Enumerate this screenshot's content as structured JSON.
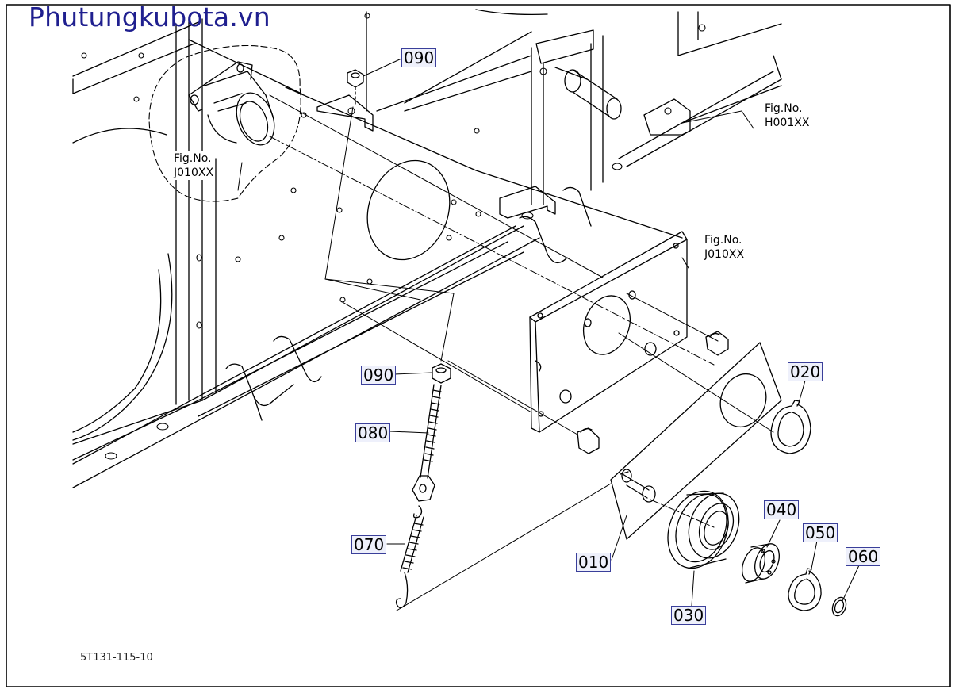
{
  "watermark": "Phutungkubota.vn",
  "drawing_code": "5T131-115-10",
  "parts": [
    {
      "id": "p090a",
      "label": "090"
    },
    {
      "id": "p090b",
      "label": "090"
    },
    {
      "id": "p080",
      "label": "080"
    },
    {
      "id": "p070",
      "label": "070"
    },
    {
      "id": "p010",
      "label": "010"
    },
    {
      "id": "p020",
      "label": "020"
    },
    {
      "id": "p030",
      "label": "030"
    },
    {
      "id": "p040",
      "label": "040"
    },
    {
      "id": "p050",
      "label": "050"
    },
    {
      "id": "p060",
      "label": "060"
    }
  ],
  "fig_refs": [
    {
      "line1": "Fig.No.",
      "line2": "J010XX"
    },
    {
      "line1": "Fig.No.",
      "line2": "H001XX"
    },
    {
      "line1": "Fig.No.",
      "line2": "J010XX"
    }
  ],
  "colors": {
    "line": "#000000",
    "callout_border": "#3a3f9a",
    "callout_fill": "#eef0fb",
    "watermark": "#1f1f8f"
  }
}
